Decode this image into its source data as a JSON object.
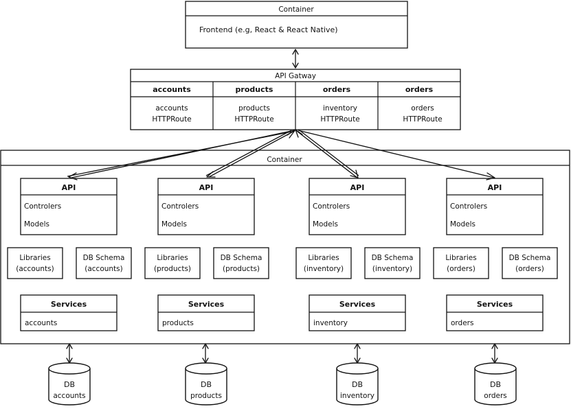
{
  "frontend": {
    "header": "Container",
    "label": "Frontend (e.g, React & React Native)"
  },
  "gateway": {
    "title": "API Gatway",
    "columns": [
      {
        "header": "accounts",
        "line1": "accounts",
        "line2": "HTTPRoute"
      },
      {
        "header": "products",
        "line1": "products",
        "line2": "HTTPRoute"
      },
      {
        "header": "orders",
        "line1": "inventory",
        "line2": "HTTPRoute"
      },
      {
        "header": "orders",
        "line1": "orders",
        "line2": "HTTPRoute"
      }
    ]
  },
  "backend": {
    "header": "Container",
    "services": [
      {
        "api_title": "API",
        "controllers": "Controlers",
        "models": "Models",
        "libraries": [
          "Libraries",
          "(accounts)"
        ],
        "schema": [
          "DB Schema",
          "(accounts)"
        ],
        "services_title": "Services",
        "services_item": "accounts"
      },
      {
        "api_title": "API",
        "controllers": "Controlers",
        "models": "Models",
        "libraries": [
          "Libraries",
          "(products)"
        ],
        "schema": [
          "DB Schema",
          "(products)"
        ],
        "services_title": "Services",
        "services_item": "products"
      },
      {
        "api_title": "API",
        "controllers": "Controlers",
        "models": "Models",
        "libraries": [
          "Libraries",
          "(inventory)"
        ],
        "schema": [
          "DB Schema",
          "(inventory)"
        ],
        "services_title": "Services",
        "services_item": "inventory"
      },
      {
        "api_title": "API",
        "controllers": "Controlers",
        "models": "Models",
        "libraries": [
          "Libraries",
          "(orders)"
        ],
        "schema": [
          "DB Schema",
          "(orders)"
        ],
        "services_title": "Services",
        "services_item": "orders"
      }
    ]
  },
  "databases": [
    {
      "title": "DB",
      "name": "accounts"
    },
    {
      "title": "DB",
      "name": "products"
    },
    {
      "title": "DB",
      "name": "inventory"
    },
    {
      "title": "DB",
      "name": "orders"
    }
  ]
}
